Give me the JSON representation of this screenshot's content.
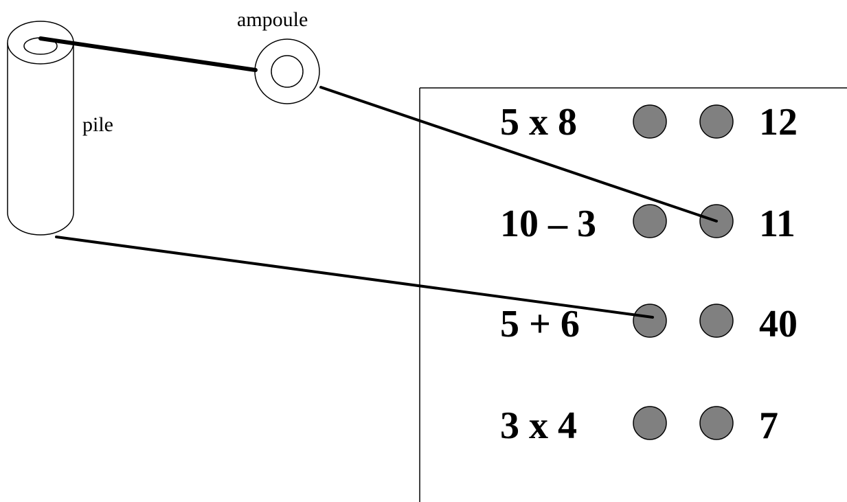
{
  "labels": {
    "bulb": "ampoule",
    "battery": "pile"
  },
  "board": {
    "rows": [
      {
        "expression": "5 x 8",
        "result": "12"
      },
      {
        "expression": "10 – 3",
        "result": "11"
      },
      {
        "expression": "5 + 6",
        "result": "40"
      },
      {
        "expression": "3 x 4",
        "result": "7"
      }
    ]
  },
  "colors": {
    "contact": "#808080",
    "line": "#000000",
    "background": "#ffffff"
  }
}
